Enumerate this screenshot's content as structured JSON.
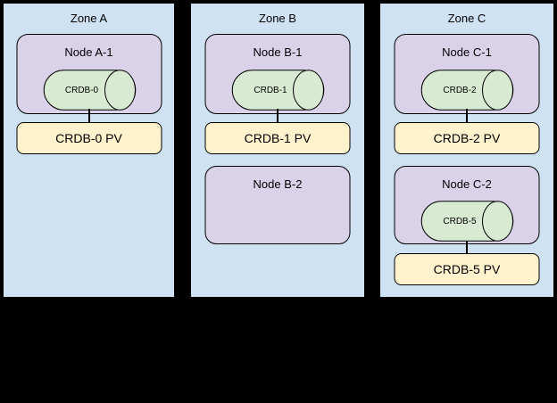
{
  "colors": {
    "canvas_bg": "#000000",
    "zone_fill": "#cfe2f3",
    "node_fill": "#d9d2e9",
    "db_fill": "#d9ead3",
    "pv_fill": "#fff2cc",
    "border": "#000000",
    "text": "#000000"
  },
  "zones": [
    {
      "label": "Zone A",
      "nodes": [
        {
          "label": "Node A-1",
          "db_label": "CRDB-0",
          "pv_label": "CRDB-0 PV"
        }
      ]
    },
    {
      "label": "Zone B",
      "nodes": [
        {
          "label": "Node B-1",
          "db_label": "CRDB-1",
          "pv_label": "CRDB-1 PV"
        },
        {
          "label": "Node B-2"
        }
      ]
    },
    {
      "label": "Zone C",
      "nodes": [
        {
          "label": "Node C-1",
          "db_label": "CRDB-2",
          "pv_label": "CRDB-2 PV"
        },
        {
          "label": "Node C-2",
          "db_label": "CRDB-5",
          "pv_label": "CRDB-5 PV"
        }
      ]
    }
  ]
}
